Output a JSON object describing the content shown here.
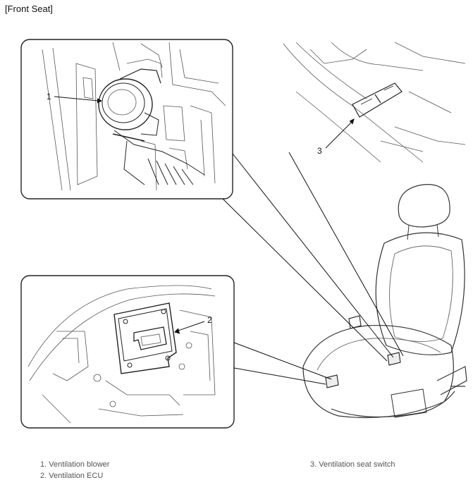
{
  "header": {
    "title": "[Front Seat]"
  },
  "callouts": {
    "c1": "1",
    "c2": "2",
    "c3": "3"
  },
  "legend": {
    "item1": "1. Ventilation blower",
    "item2": "2. Ventilation ECU",
    "item3": "3. Ventilation seat switch"
  }
}
